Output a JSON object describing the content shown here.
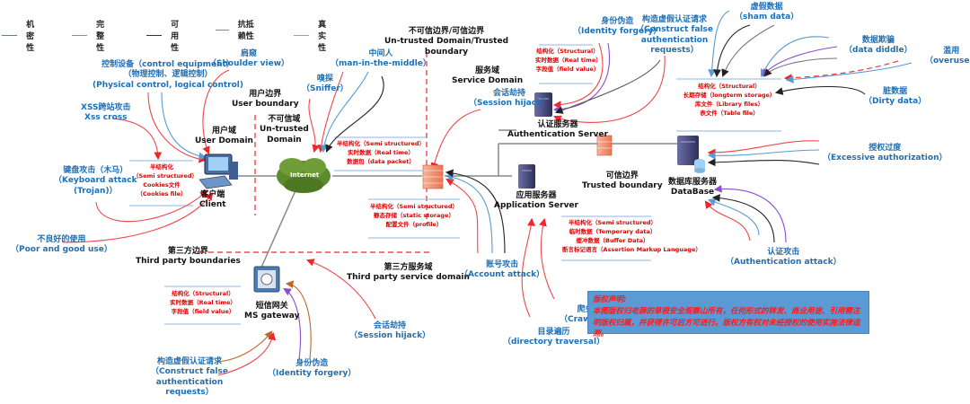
{
  "legend": [
    {
      "label": "机密性",
      "color": "#f0464b"
    },
    {
      "label": "完整性",
      "color": "#5b9bd5"
    },
    {
      "label": "可用性",
      "color": "#333333"
    },
    {
      "label": "抗抵赖性",
      "color": "#9b6fd1"
    },
    {
      "label": "真实性",
      "color": "#e08a5a"
    }
  ],
  "nodes": {
    "client": {
      "cn": "客户端",
      "en": "Client"
    },
    "internet": {
      "label": "Internet"
    },
    "auth_server": {
      "cn": "认证服务器",
      "en": "Authentication Server"
    },
    "app_server": {
      "cn": "应用服务器",
      "en": "Application Server"
    },
    "database": {
      "cn": "数据库服务器",
      "en": "DataBase"
    },
    "ms_gateway": {
      "cn": "短信网关",
      "en": "MS gateway"
    }
  },
  "domains": {
    "user_domain": {
      "cn": "用户域",
      "en": "User Domain"
    },
    "user_boundary": {
      "cn": "用户边界",
      "en": "User boundary"
    },
    "untrusted_domain": {
      "cn": "不可信域",
      "en1": "Un-trusted",
      "en2": "Domain"
    },
    "untrusted_trusted": {
      "cn": "不可信边界/可信边界",
      "en1": "Un-trusted Domain/Trusted",
      "en2": "boundary"
    },
    "service_domain": {
      "cn": "服务域",
      "en": "Service Domain"
    },
    "trusted_boundary": {
      "cn": "可信边界",
      "en": "Trusted boundary"
    },
    "third_party_boundary": {
      "cn": "第三方边界",
      "en": "Third party boundaries"
    },
    "third_party_service": {
      "cn": "第三方服务域",
      "en": "Third party service domain"
    }
  },
  "threats": {
    "control_equipment": {
      "l1": "控制设备（control equipment）",
      "l2": "（物理控制、逻辑控制）",
      "l3": "(Physical control, logical control)"
    },
    "shoulder_view": {
      "cn": "肩窥",
      "en": "（Shoulder view）"
    },
    "xss": {
      "cn": "XSS跨站攻击",
      "en": "Xss cross"
    },
    "keyboard_attack": {
      "cn": "键盘攻击（木马）",
      "en1": "（Keyboard attack",
      "en2": "(Trojan)）"
    },
    "poor_use": {
      "cn": "不良好的使用",
      "en": "（Poor and good use）"
    },
    "sniffer": {
      "cn": "嗅探",
      "en": "（Sniffer）"
    },
    "mitm": {
      "cn": "中间人",
      "en": "（man-in-the-middle）"
    },
    "session_hijack_top": {
      "cn": "会话劫持",
      "en": "（Session hijack）"
    },
    "identity_forgery_top": {
      "cn": "身份伪造",
      "en": "（Identity forgery）"
    },
    "false_auth_top": {
      "cn": "构造虚假认证请求",
      "en1": "（Construct false",
      "en2": "authentication",
      "en3": "requests）"
    },
    "sham_data": {
      "cn": "虚假数据",
      "en": "（sham data）"
    },
    "data_diddle": {
      "cn": "数据欺骗",
      "en": "（data diddle）"
    },
    "overuse": {
      "cn": "滥用",
      "en": "（overuse）"
    },
    "dirty_data": {
      "cn": "脏数据",
      "en": "（Dirty data）"
    },
    "excessive_auth": {
      "cn": "授权过度",
      "en": "（Excessive authorization）"
    },
    "auth_attack": {
      "cn": "认证攻击",
      "en": "（Authentication attack）"
    },
    "account_attack": {
      "cn": "账号攻击",
      "en": "（Account attack）"
    },
    "crawler": {
      "cn": "爬虫",
      "en": "（Crawler）"
    },
    "dir_traversal": {
      "cn": "目录遍历",
      "en": "（directory traversal）"
    },
    "session_hijack_bottom": {
      "cn": "会话劫持",
      "en": "（Session hijack）"
    },
    "false_auth_bottom": {
      "cn": "构造虚假认证请求",
      "en1": "（Construct false",
      "en2": "authentication",
      "en3": "requests）"
    },
    "identity_forgery_bottom": {
      "cn": "身份伪造",
      "en": "（Identity forgery）"
    }
  },
  "data_boxes": {
    "client": [
      "半结构化",
      "（Semi structured）",
      "Cookies文件",
      "（Cookies file）"
    ],
    "internet": [
      "半结构化（Semi structured）",
      "实时数据（Real time）",
      "数据包（data packet）"
    ],
    "firewall": [
      "半结构化（Semi structured）",
      "静态存储（static storage）",
      "配置文件（profile）"
    ],
    "auth": [
      "结构化（Structural）",
      "实时数据（Real time）",
      "字段值（field value）"
    ],
    "database": [
      "结构化（Structural）",
      "长期存储（longterm storage）",
      "库文件（Library files）",
      "表文件（Table file）"
    ],
    "app": [
      "半结构化（Semi structured）",
      "临时数据（Temporary data）",
      "缓冲数据（Buffer Data）",
      "断言标记语言（Assertion Markup Language）"
    ],
    "gateway": [
      "结构化（Structural）",
      "实时数据（Real time）",
      "字段值（field value）"
    ]
  },
  "copyright": {
    "title": "版权声明:",
    "body": "本图版权归老薛的草根安全观察山所有，任何形式的转发、商业用途、引用需注明版权归属，并获得许可后方可进行。版权方有权对未经授权的使用实施法律追溯。"
  }
}
